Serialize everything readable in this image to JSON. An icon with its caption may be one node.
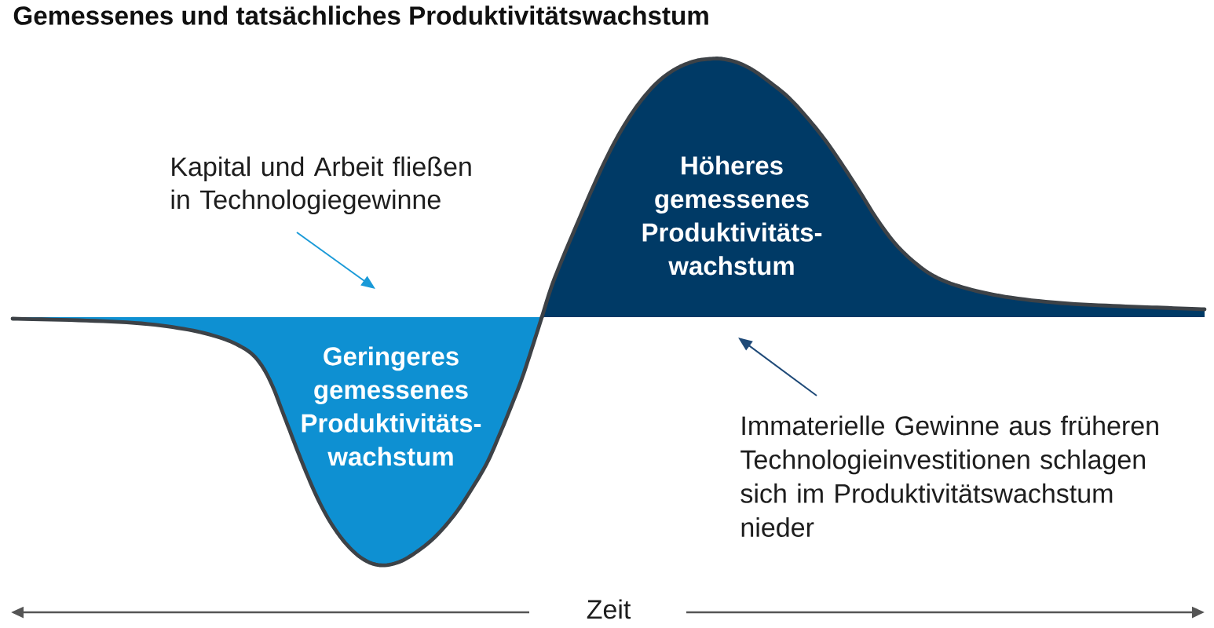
{
  "diagram": {
    "title": "Gemessenes und tatsächliches Produktivitätswachstum",
    "nodes": [
      {
        "text": [
          "Kapital und Arbeit fließen in Technologiegewinne"
        ]
      },
      {
        "text": [
          "Geringeres gemessenes Produktivitäts-wachstum"
        ]
      },
      {
        "text": [
          "Höheres gemessenes Produktivitäts-wachstum"
        ]
      },
      {
        "text": [
          "Immaterielle Gewinne aus früheren Technologieinvestitionen schlagen sich im Produktivitätswachstum nieder"
        ]
      }
    ],
    "edges": [
      {
        "from": 0,
        "to": 1,
        "arrow": "to",
        "color": "#1a9ad8"
      },
      {
        "from": 3,
        "to": 2,
        "arrow": "to",
        "color": "#1f4a78"
      }
    ],
    "labels": [
      "Zeit"
    ]
  }
}
